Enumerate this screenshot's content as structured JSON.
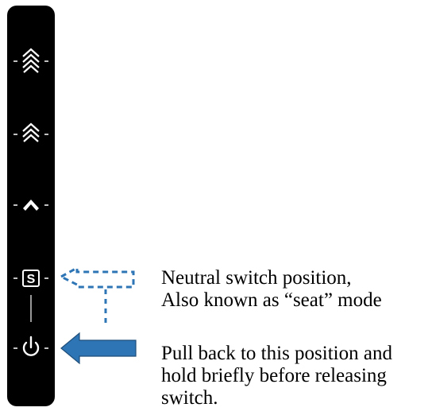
{
  "switch": {
    "panel_color": "#000000",
    "tick_color": "#ffffff",
    "positions": [
      {
        "name": "triple-chevron-up",
        "icon": "triple-chevron-up-icon"
      },
      {
        "name": "double-chevron-up",
        "icon": "double-chevron-up-icon"
      },
      {
        "name": "single-chevron-up",
        "icon": "chevron-up-icon"
      },
      {
        "name": "seat",
        "icon": "s-box-icon",
        "letter": "S"
      },
      {
        "name": "power",
        "icon": "power-icon"
      }
    ]
  },
  "arrows": {
    "neutral_arrow": {
      "style": "dashed outline",
      "color": "#2e75b6"
    },
    "pull_arrow": {
      "style": "solid",
      "color": "#2e75b6",
      "border_color": "#1f4e79"
    }
  },
  "captions": {
    "neutral": {
      "line1": "Neutral switch position,",
      "line2": "Also known as “seat” mode"
    },
    "pull": {
      "line1": "Pull back to this position and",
      "line2": "hold briefly before releasing",
      "line3": "switch."
    }
  }
}
